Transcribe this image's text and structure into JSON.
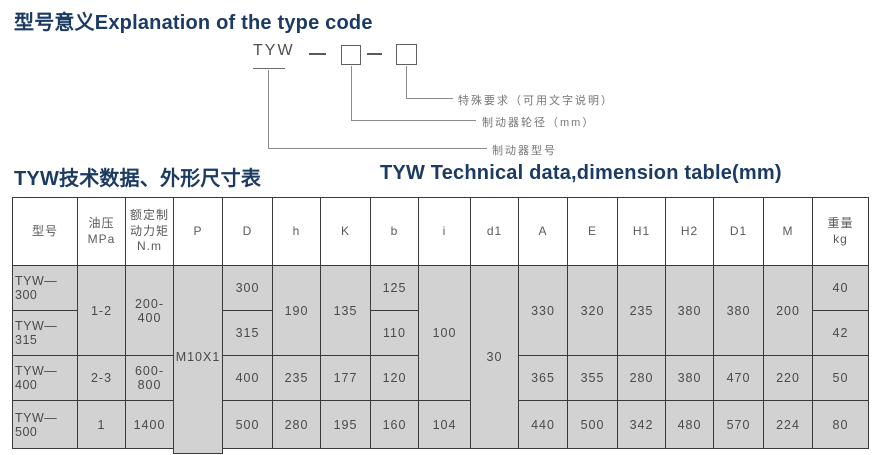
{
  "page": {
    "title1": "型号意义Explanation of the type code",
    "title2_cn": "TYW技术数据、外形尺寸表",
    "title2_en": "TYW Technical data,dimension table(mm)"
  },
  "colors": {
    "title_navy": "#1b3a64",
    "cell_gray": "#d2d2d2",
    "table_border": "#3a3a3a"
  },
  "diagram": {
    "code": "TYW",
    "label_special": "特殊要求（可用文字说明）",
    "label_wheel": "制动器轮径（mm）",
    "label_model": "制动器型号"
  },
  "table": {
    "headers": [
      "型号",
      "油压\nMPa",
      "额定制\n动力矩\nN.m",
      "P",
      "D",
      "h",
      "K",
      "b",
      "i",
      "d1",
      "A",
      "E",
      "H1",
      "H2",
      "D1",
      "M",
      "重量\nkg"
    ],
    "rows": {
      "r1": {
        "model": "TYW—300",
        "oil": "1-2",
        "torque": "200-400",
        "p": "M10X1",
        "D": "300",
        "h": "190",
        "K": "135",
        "b": "125",
        "i": "100",
        "d1": "30",
        "A": "330",
        "E": "320",
        "H1": "235",
        "H2": "380",
        "D1": "380",
        "M": "200",
        "weight": "40"
      },
      "r2": {
        "model": "TYW—315",
        "D": "315",
        "b": "110",
        "weight": "42"
      },
      "r3": {
        "model": "TYW—400",
        "oil": "2-3",
        "torque": "600-800",
        "D": "400",
        "h": "235",
        "K": "177",
        "b": "120",
        "A": "365",
        "E": "355",
        "H1": "280",
        "H2": "380",
        "D1": "470",
        "M": "220",
        "weight": "50"
      },
      "r4": {
        "model": "TYW—500",
        "oil": "1",
        "torque": "1400",
        "D": "500",
        "h": "280",
        "K": "195",
        "b": "160",
        "i": "104",
        "A": "440",
        "E": "500",
        "H1": "342",
        "H2": "480",
        "D1": "570",
        "M": "224",
        "weight": "80"
      }
    }
  }
}
